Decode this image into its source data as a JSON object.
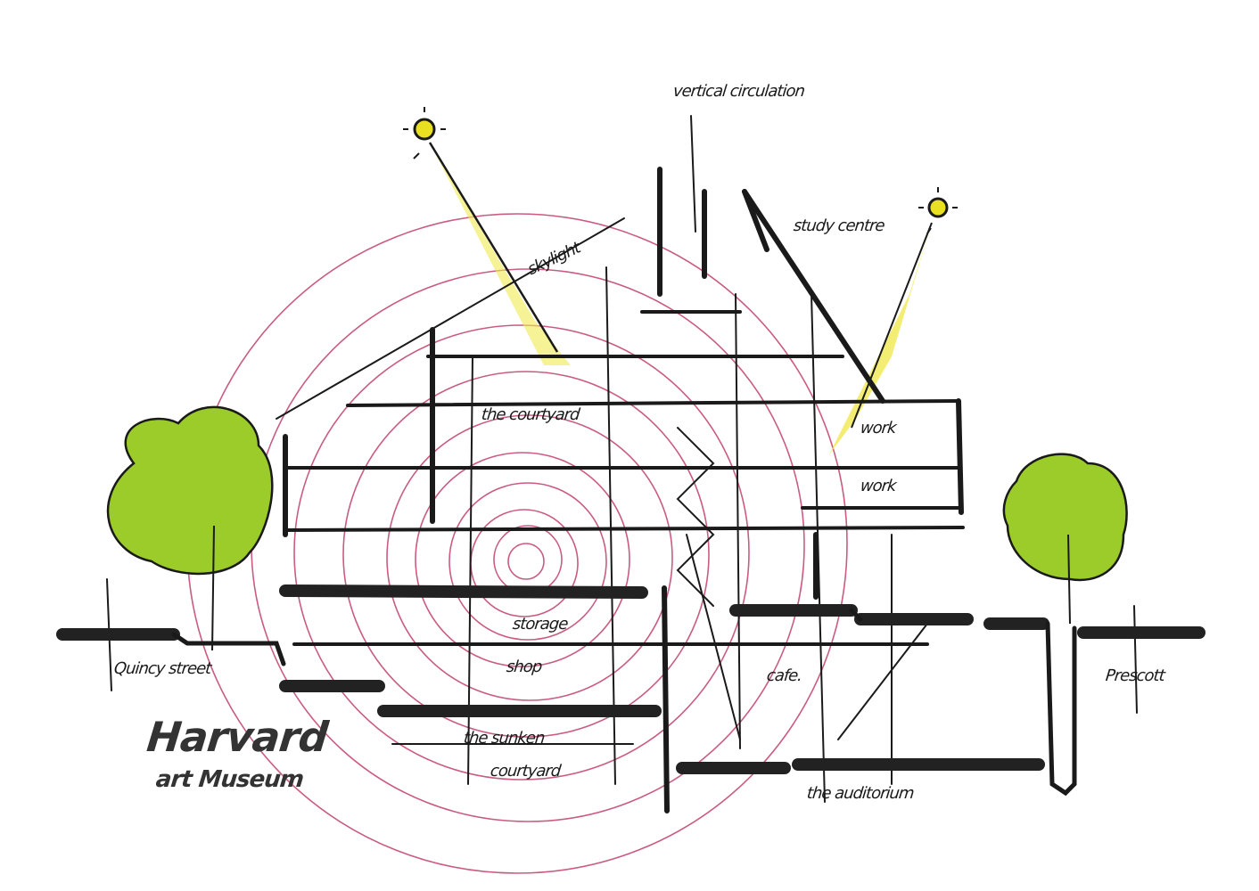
{
  "title": "Harvard",
  "subtitle": "art Museum",
  "labels": {
    "vertical_circulation": "vertical circulation",
    "study_centre": "study centre",
    "skylight": "skylight",
    "courtyard": "the courtyard",
    "quincy_street": "Quincy street",
    "prescott": "Prescott",
    "cafe": "cafe.",
    "auditorium": "the auditorium",
    "sunken_courtyard_1": "the sunken",
    "sunken_courtyard_2": "courtyard",
    "storage": "storage",
    "shop": "shop",
    "office_1": "work",
    "office_2": "work"
  },
  "colors": {
    "ink": "#1a1a1a",
    "spiral": "#c0406a",
    "sun": "#e8e020",
    "light_ray": "#f0ea50",
    "tree": "#9ccc2a"
  }
}
